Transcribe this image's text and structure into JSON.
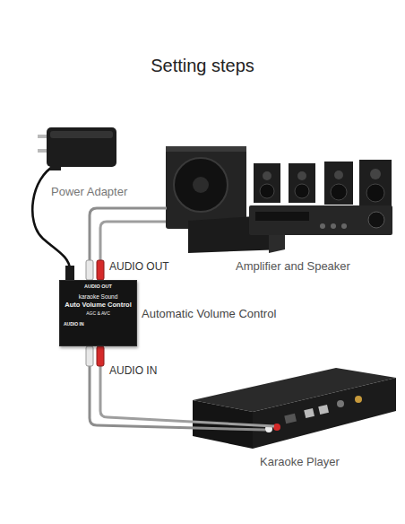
{
  "diagram": {
    "title": "Setting steps",
    "nodes": [
      {
        "text": [
          "AUDIO OUT",
          "karaoke Sound",
          "Auto Volume Control",
          "AGC & AVC",
          "AUDIO IN"
        ]
      }
    ],
    "labels": [
      "Power Adapter",
      "AUDIO OUT",
      "Amplifier and Speaker",
      "Automatic Volume Control",
      "AUDIO IN",
      "Karaoke Player"
    ]
  }
}
